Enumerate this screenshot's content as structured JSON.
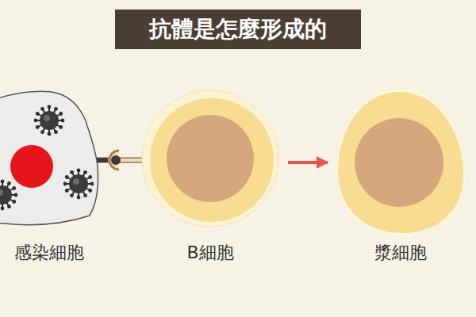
{
  "diagram": {
    "title": "抗體是怎麼形成的",
    "nodes": [
      {
        "text": [
          "感染細胞"
        ]
      },
      {
        "text": [
          "B細胞"
        ]
      },
      {
        "text": [
          "漿細胞"
        ]
      }
    ],
    "edges": [
      {
        "from": 0,
        "to": 1,
        "arrow": "none"
      },
      {
        "from": 1,
        "to": 2,
        "arrow": "to"
      }
    ]
  }
}
